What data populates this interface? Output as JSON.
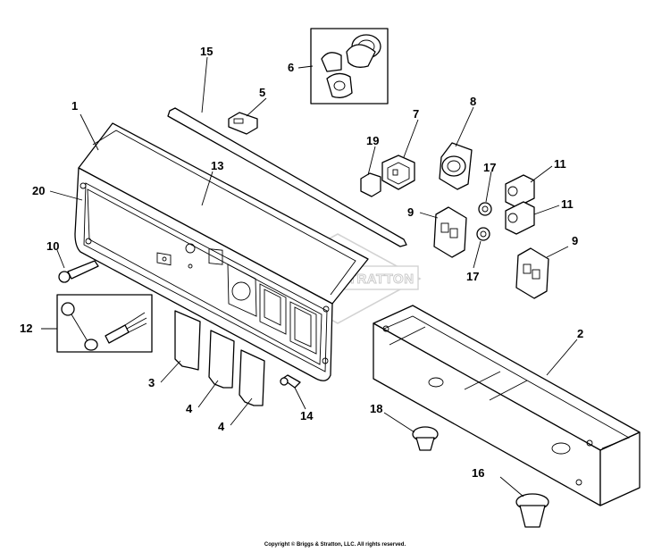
{
  "diagram": {
    "callouts": {
      "c1": "1",
      "c2": "2",
      "c3": "3",
      "c4a": "4",
      "c4b": "4",
      "c5": "5",
      "c6": "6",
      "c7": "7",
      "c8": "8",
      "c9a": "9",
      "c9b": "9",
      "c10": "10",
      "c11a": "11",
      "c11b": "11",
      "c12": "12",
      "c13": "13",
      "c14": "14",
      "c15": "15",
      "c16": "16",
      "c17a": "17",
      "c17b": "17",
      "c18": "18",
      "c19": "19",
      "c20": "20"
    },
    "watermark_text": "BRIGGS & STRATTON",
    "copyright": "Copyright © Briggs & Stratton, LLC. All rights reserved."
  }
}
